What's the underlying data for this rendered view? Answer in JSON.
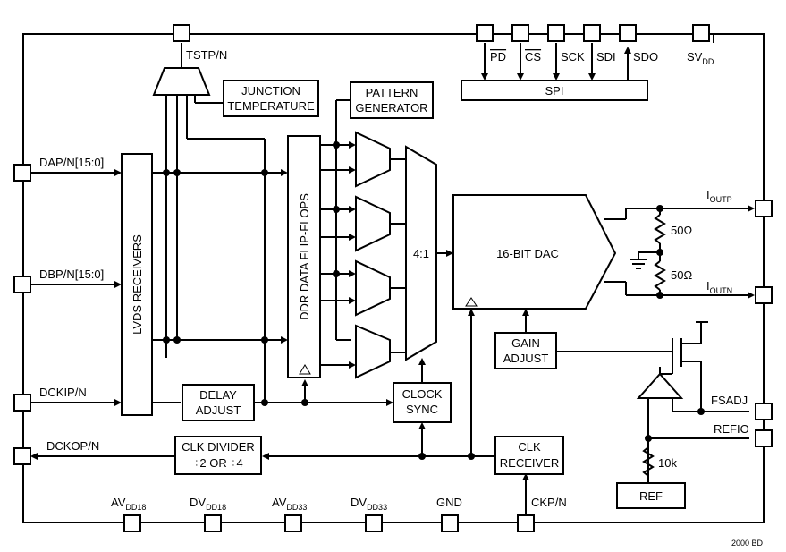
{
  "pins": {
    "tstp": "TSTP/N",
    "pd": "PD",
    "cs": "CS",
    "sck": "SCK",
    "sdi": "SDI",
    "sdo": "SDO",
    "svdd_main": "SV",
    "svdd_sub": "DD",
    "dap": "DAP/N[15:0]",
    "dbp": "DBP/N[15:0]",
    "dckip": "DCKIP/N",
    "dckop": "DCKOP/N",
    "ioutp_main": "I",
    "ioutp_sub": "OUTP",
    "ioutn_main": "I",
    "ioutn_sub": "OUTN",
    "fsadj": "FSADJ",
    "refio": "REFIO",
    "avdd18_main": "AV",
    "avdd18_sub": "DD18",
    "dvdd18_main": "DV",
    "dvdd18_sub": "DD18",
    "avdd33_main": "AV",
    "avdd33_sub": "DD33",
    "dvdd33_main": "DV",
    "dvdd33_sub": "DD33",
    "gnd": "GND",
    "ckp": "CKP/N"
  },
  "blocks": {
    "spi": "SPI",
    "junction_line1": "JUNCTION",
    "junction_line2": "TEMPERATURE",
    "pattern_line1": "PATTERN",
    "pattern_line2": "GENERATOR",
    "lvds": "LVDS RECEIVERS",
    "ddr": "DDR DATA FLIP-FLOPS",
    "mux": "4:1",
    "dac": "16-BIT DAC",
    "gain_line1": "GAIN",
    "gain_line2": "ADJUST",
    "delay_line1": "DELAY",
    "delay_line2": "ADJUST",
    "clksync_line1": "CLOCK",
    "clksync_line2": "SYNC",
    "clkdiv_line1": "CLK DIVIDER",
    "clkdiv_line2": "÷2 OR ÷4",
    "clkrcv_line1": "CLK",
    "clkrcv_line2": "RECEIVER",
    "ref": "REF",
    "r_top": "50Ω",
    "r_bot": "50Ω",
    "r_ref": "10k"
  },
  "figure_code": "2000 BD"
}
